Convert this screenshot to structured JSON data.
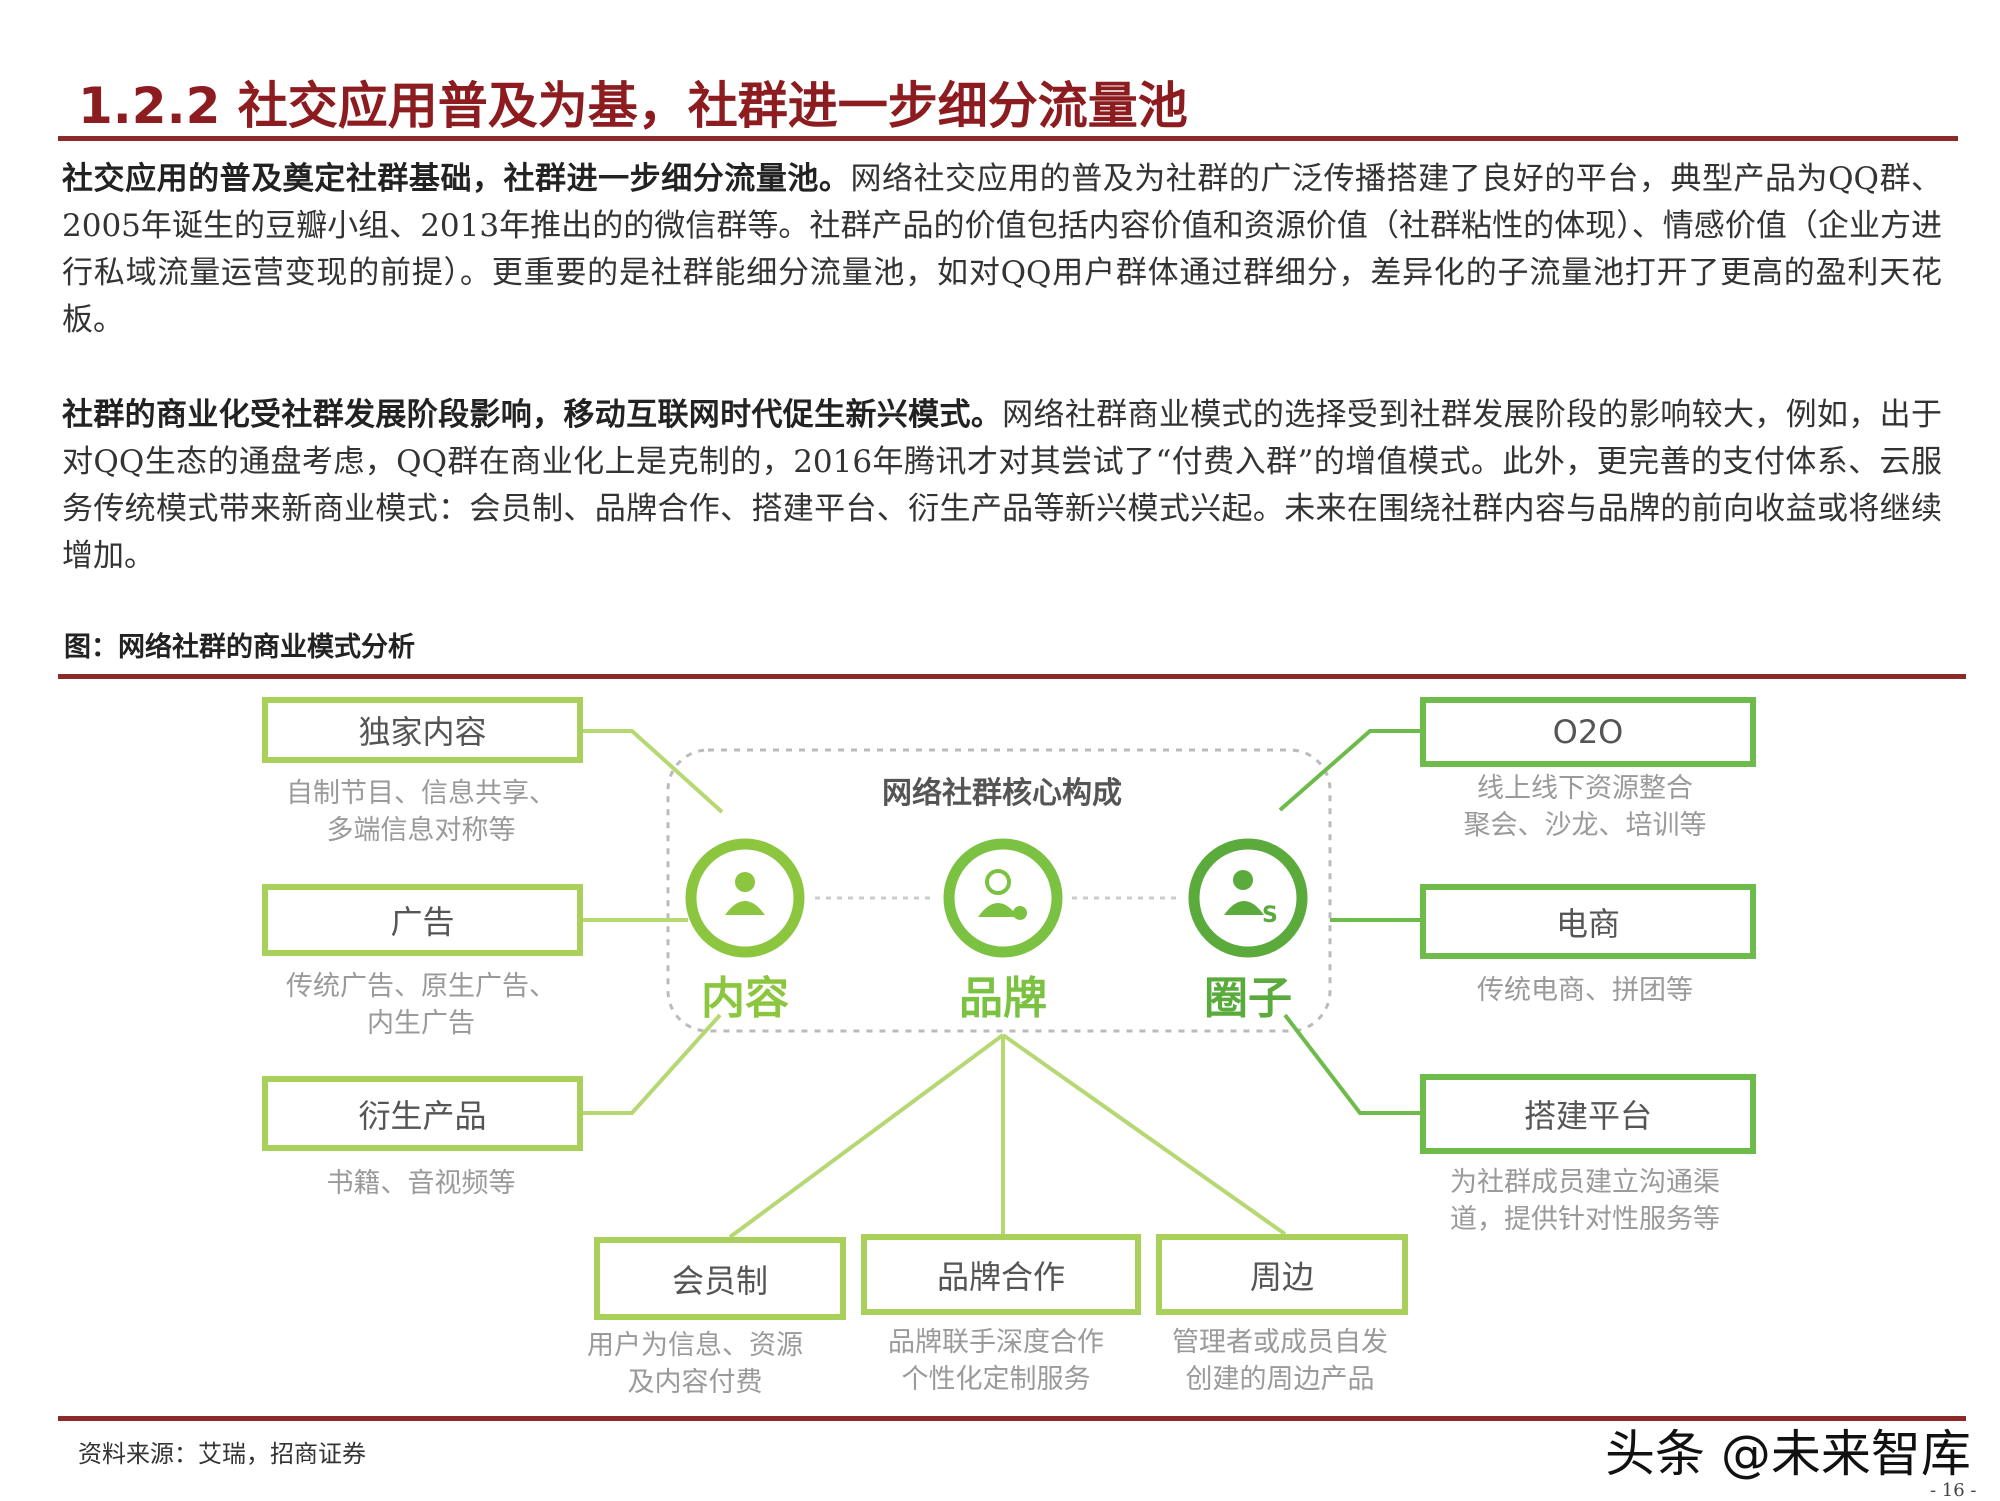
{
  "title": "1.2.2 社交应用普及为基，社群进一步细分流量池",
  "paragraphs": [
    {
      "lead": "社交应用的普及奠定社群基础，社群进一步细分流量池。",
      "body": "网络社交应用的普及为社群的广泛传播搭建了良好的平台，典型产品为QQ群、2005年诞生的豆瓣小组、2013年推出的的微信群等。社群产品的价值包括内容价值和资源价值（社群粘性的体现）、情感价值（企业方进行私域流量运营变现的前提）。更重要的是社群能细分流量池，如对QQ用户群体通过群细分，差异化的子流量池打开了更高的盈利天花板。"
    },
    {
      "lead": "社群的商业化受社群发展阶段影响，移动互联网时代促生新兴模式。",
      "body": "网络社群商业模式的选择受到社群发展阶段的影响较大，例如，出于对QQ生态的通盘考虑，QQ群在商业化上是克制的，2016年腾讯才对其尝试了“付费入群”的增值模式。此外，更完善的支付体系、云服务传统模式带来新商业模式：会员制、品牌合作、搭建平台、衍生产品等新兴模式兴起。未来在围绕社群内容与品牌的前向收益或将继续增加。"
    }
  ],
  "caption": "图：网络社群的商业模式分析",
  "diagram": {
    "core_title": "网络社群核心构成",
    "cores": [
      {
        "label": "内容",
        "icon": "person-chat-icon",
        "color": "#8cc63f"
      },
      {
        "label": "品牌",
        "icon": "person-badge-icon",
        "color": "#7cc242"
      },
      {
        "label": "圈子",
        "icon": "person-money-icon",
        "color": "#5aaa3c"
      }
    ],
    "left": [
      {
        "label": "独家内容",
        "desc": [
          "自制节目、信息共享、",
          "多端信息对称等"
        ]
      },
      {
        "label": "广告",
        "desc": [
          "传统广告、原生广告、",
          "内生广告"
        ]
      },
      {
        "label": "衍生产品",
        "desc": [
          "书籍、音视频等"
        ]
      }
    ],
    "right": [
      {
        "label": "O2O",
        "desc": [
          "线上线下资源整合",
          "聚会、沙龙、培训等"
        ]
      },
      {
        "label": "电商",
        "desc": [
          "传统电商、拼团等"
        ]
      },
      {
        "label": "搭建平台",
        "desc": [
          "为社群成员建立沟通渠",
          "道，提供针对性服务等"
        ]
      }
    ],
    "bottom": [
      {
        "label": "会员制",
        "desc": [
          "用户为信息、资源",
          "及内容付费"
        ]
      },
      {
        "label": "品牌合作",
        "desc": [
          "品牌联手深度合作",
          "个性化定制服务"
        ]
      },
      {
        "label": "周边",
        "desc": [
          "管理者或成员自发",
          "创建的周边产品"
        ]
      }
    ]
  },
  "source": "资料来源：艾瑞，招商证券",
  "watermark": "头条 @未来智库",
  "page_number": "- 16 -",
  "colors": {
    "title": "#8c1c1f",
    "rule": "#8c2a2a",
    "green_light": "#a9d05b",
    "green_dark": "#6dbb4a"
  }
}
